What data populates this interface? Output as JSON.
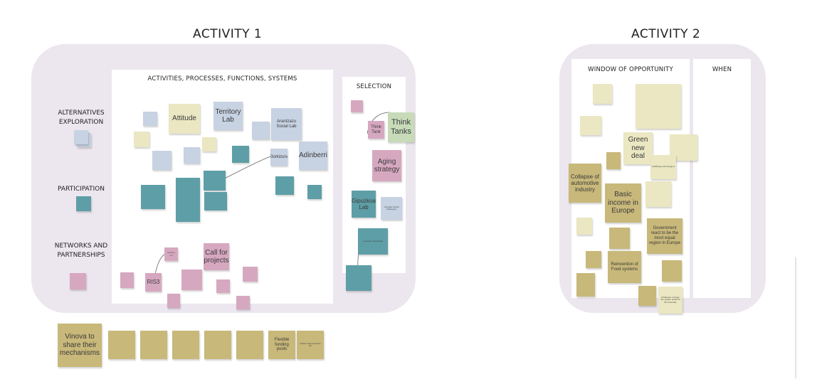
{
  "headings": {
    "activity1": "ACTIVITY 1",
    "activity2": "ACTIVITY 2"
  },
  "panels": {
    "activities": "ACTIVITIES, PROCESSES, FUNCTIONS, SYSTEMS",
    "selection": "SELECTION",
    "window": "WINDOW OF OPPORTUNITY",
    "when": "WHEN"
  },
  "legend": {
    "alternatives": "ALTERNATIVES EXPLORATION",
    "participation": "PARTICIPATION",
    "networks": "NETWORKS AND PARTNERSHIPS"
  },
  "colors": {
    "frame": "#ece6ee",
    "khaki": "#c8b87a",
    "cream": "#eae7c2",
    "slate": "#c7d2e2",
    "teal": "#5e9ea6",
    "pink": "#d6a8c0",
    "sage": "#c7dbb9"
  },
  "notes": {
    "attitude": "Attitude",
    "territory_lab": "Territory Lab",
    "arantzazu": "Arantzazu Social Lab",
    "adinberri": "Adinberri",
    "etorkizuna": "Etorkizuna",
    "call_for_projects": "Call for projects",
    "industry_40": "Industry 4.0",
    "ris3": "RIS3",
    "think_tank": "Think Tank",
    "think_tanks": "Think Tanks",
    "aging_strategy": "Aging strategy",
    "gipuzkoa_lab": "Gipuzkoa Lab",
    "complex_social": "Complex Social challenges",
    "lurraldeko": "Lurralde Laborategia",
    "green_new_deal": "Green new deal",
    "challenge_tech": "Challenge technology &",
    "collapse": "Collapse of automotive industry",
    "basic_income": "Basic income in Europe",
    "government_lead": "Government react to be the most equal region in Europe",
    "reinvention_food": "Reinvention of Food systems",
    "challenge_ecology": "Challenge: ecology the system tested at EU internally",
    "vinova": "Vinova to share their mechanisms",
    "flexible_funding": "Flexible funding pools",
    "visible_cities": "Visible cities transition lab"
  }
}
